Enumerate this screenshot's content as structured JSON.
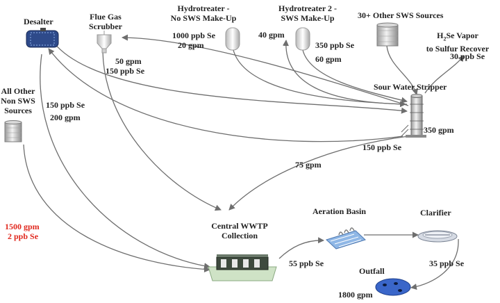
{
  "nodes": {
    "desalter": "Desalter",
    "flue_gas_scrubber": [
      "Flue Gas",
      "Scrubber"
    ],
    "hydrotreater_1": [
      "Hydrotreater -",
      "No SWS Make-Up"
    ],
    "hydrotreater_2": [
      "Hydrotreater 2 -",
      "SWS Make-Up"
    ],
    "other_sws_sources": "30+ Other SWS Sources",
    "h2se_vapor": {
      "prefix": "H",
      "sub": "2",
      "suffix": "Se Vapor",
      "line2": "to Sulfur Recover"
    },
    "sour_water_stripper": "Sour Water  Stripper",
    "all_other_non_sws": [
      "All Other",
      "Non SWS",
      "Sources"
    ],
    "central_wwtp": [
      "Central WWTP",
      "Collection"
    ],
    "aeration_basin": "Aeration Basin",
    "clarifier": "Clarifier",
    "outfall": "Outfall"
  },
  "flows": {
    "hydrotreater_1": [
      "1000 ppb Se",
      "20 gpm"
    ],
    "hydrotreater_2_in": "40 gpm",
    "hydrotreater_2_out": [
      "350 ppb Se",
      "60 gpm"
    ],
    "scrubber": [
      "50 gpm",
      "150 ppb Se"
    ],
    "h2se_vapor": "30 ppb Se",
    "desalter": [
      "150 ppb Se",
      "200 gpm"
    ],
    "stripper_total": "350 gpm",
    "stripper_out": "150 ppb Se",
    "stripper_to_wwtp": "75 gpm",
    "non_sws": [
      "1500 gpm",
      "2 ppb Se"
    ],
    "wwtp_out": "55 ppb Se",
    "clarifier_out": "35 ppb Se",
    "outfall": "1800 gpm"
  },
  "colors": {
    "arrow": "#6e6e6e",
    "text": "#222222",
    "highlight": "#e0281e",
    "desalter_body": "#2e4a8a",
    "water": "#5a8fd8",
    "outfall_pool": "#3a66c9"
  }
}
